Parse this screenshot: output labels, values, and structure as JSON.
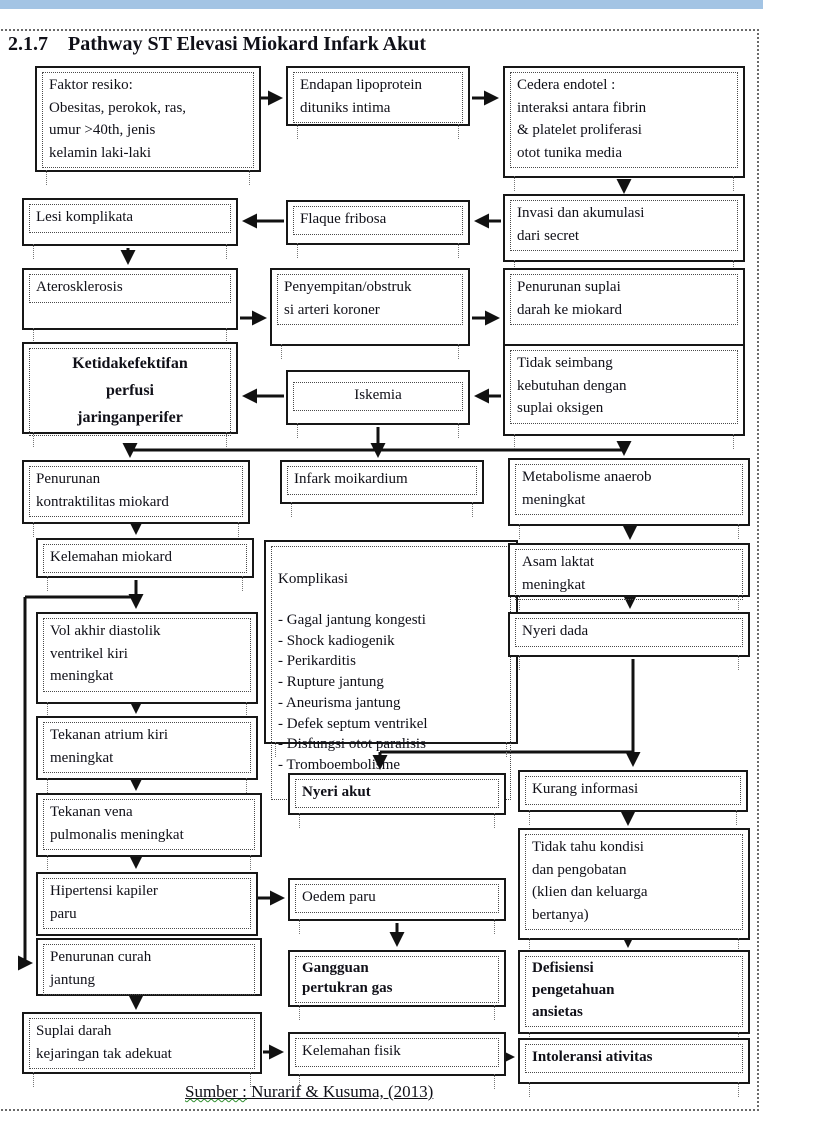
{
  "page": {
    "top_bar_color": "#a3c4e4",
    "title": "2.1.7    Pathway ST Elevasi Miokard Infark Akut",
    "source_label": "Sumber :",
    "source_text": "  Nurarif & Kusuma, (2013)"
  },
  "nodes": {
    "faktor_resiko": "Faktor resiko:\nObesitas, perokok, ras,\numur >40th, jenis\nkelamin laki-laki",
    "endapan": "Endapan lipoprotein\ndituniks intima",
    "cedera": "Cedera endotel :\ninteraksi antara fibrin\n& platelet proliferasi\notot tunika media",
    "lesi": "Lesi komplikata",
    "flaque": "Flaque fribosa",
    "invasi": "Invasi dan akumulasi\ndari secret",
    "aterosklerosis": "Aterosklerosis",
    "penyempitan": "Penyempitan/obstruk\nsi arteri koroner",
    "penurunan_suplai": "Penurunan suplai\ndarah ke miokard",
    "ketidakefektifan": "Ketidakefektifan\nperfusi\njaringanperifer",
    "iskemia": "Iskemia",
    "tidak_seimbang": "Tidak seimbang\nkebutuhan dengan\nsuplai oksigen",
    "penurunan_kontraktilitas": "Penurunan\nkontraktilitas miokard",
    "infark": "Infark moikardium",
    "metabolisme": "Metabolisme anaerob\nmeningkat",
    "kelemahan_miokard": "Kelemahan miokard",
    "komplikasi_title": "Komplikasi",
    "komplikasi_items": [
      "- Gagal jantung kongesti",
      "- Shock kadiogenik",
      "- Perikarditis",
      "- Rupture jantung",
      "- Aneurisma jantung",
      "- Defek septum ventrikel",
      "- Disfungsi otot paralisis",
      "- Tromboembolisme"
    ],
    "asam_laktat": "Asam laktat\nmeningkat",
    "nyeri_dada": "Nyeri dada",
    "vol_akhir": "Vol akhir diastolik\nventrikel kiri\nmeningkat",
    "tekanan_atrium": "Tekanan atrium kiri\nmeningkat",
    "tekanan_vena": "Tekanan vena\npulmonalis meningkat",
    "hipertensi": "Hipertensi kapiler\nparu",
    "penurunan_curah": "Penurunan curah\njantung",
    "nyeri_akut": "Nyeri akut",
    "kurang_informasi": "Kurang informasi",
    "tidak_tahu": "Tidak tahu kondisi\ndan pengobatan\n(klien dan keluarga\nbertanya)",
    "oedem": "Oedem paru",
    "gangguan": "Gangguan\npertukran gas",
    "defisiensi": "Defisiensi\npengetahuan\nansietas",
    "suplai_darah": "Suplai darah\nkejaringan tak adekuat",
    "kelemahan_fisik": "Kelemahan fisik",
    "intoleransi": "Intoleransi ativitas"
  }
}
